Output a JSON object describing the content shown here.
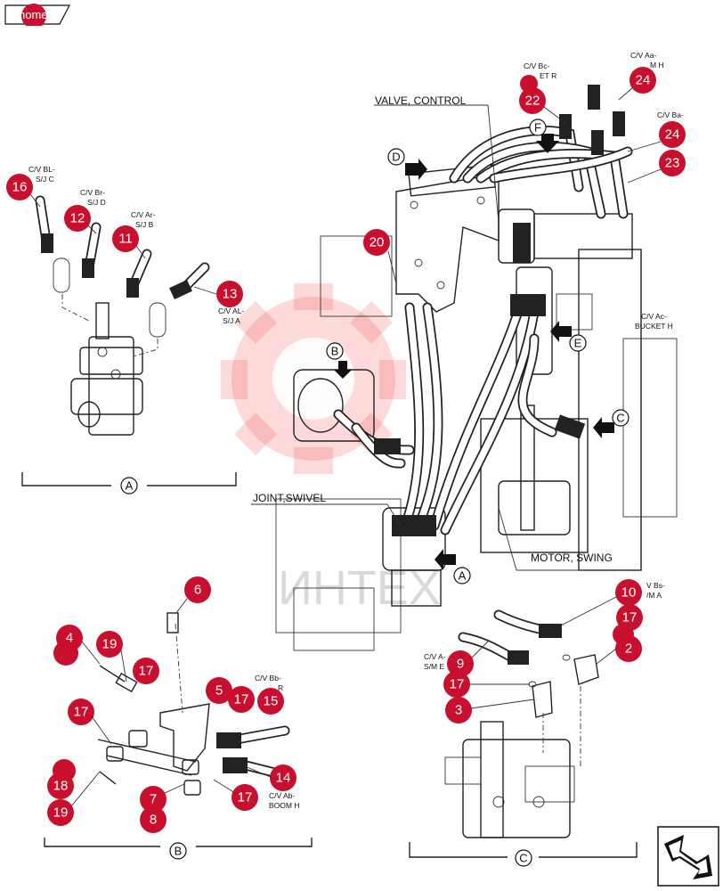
{
  "nav": {
    "home_label": "home"
  },
  "watermark": {
    "text": "ИНТЕХ"
  },
  "labels": {
    "valve_control": "VALVE, CONTROL",
    "joint_swivel": "JOINT,SWIVEL",
    "motor_swing": "MOTOR, SWING",
    "cv_bl": [
      "C/V BL-",
      "S/J C"
    ],
    "cv_br": [
      "C/V Br-",
      "S/J D"
    ],
    "cv_ar": [
      "C/V Ar-",
      "S/J B"
    ],
    "cv_al": [
      "C/V AL-",
      "S/J A"
    ],
    "cv_bc": [
      "C/V Bc-",
      "ET R"
    ],
    "cv_aa": [
      "C/V Aa-",
      "M H"
    ],
    "cv_ba": [
      "C/V Ba-"
    ],
    "cv_ac": [
      "C/V Ac-",
      "BUCKET H"
    ],
    "cv_bb": [
      "C/V Bb-",
      "R"
    ],
    "cv_ab": [
      "C/V Ab-",
      "BOOM H"
    ],
    "cv_bs": [
      "V Bs-",
      "/M A"
    ],
    "cv_as": [
      "C/V A-",
      "S/M E"
    ]
  },
  "view_letters": [
    "A",
    "B",
    "C",
    "D",
    "E",
    "F"
  ],
  "callouts": [
    "2",
    "3",
    "4",
    "5",
    "6",
    "7",
    "8",
    "9",
    "10",
    "11",
    "12",
    "13",
    "14",
    "15",
    "16",
    "17",
    "18",
    "19",
    "20",
    "22",
    "23",
    "24"
  ],
  "colors": {
    "callout": "#c8102e",
    "watermark": "#e33333"
  },
  "icons": [
    "home-button-icon",
    "navigate-arrow-icon"
  ]
}
